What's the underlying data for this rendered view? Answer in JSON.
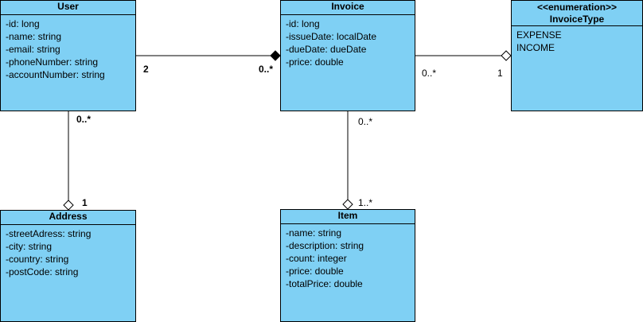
{
  "classes": {
    "user": {
      "name": "User",
      "attributes": [
        "-id: long",
        "-name: string",
        "-email: string",
        "-phoneNumber: string",
        "-accountNumber: string"
      ]
    },
    "invoice": {
      "name": "Invoice",
      "attributes": [
        "-id: long",
        "-issueDate: localDate",
        "-dueDate: dueDate",
        "-price: double"
      ]
    },
    "invoice_type": {
      "stereotype": "<<enumeration>>",
      "name": "InvoiceType",
      "attributes": [
        "EXPENSE",
        "INCOME"
      ]
    },
    "address": {
      "name": "Address",
      "attributes": [
        "-streetAdress: string",
        "-city: string",
        "-country: string",
        "-postCode: string"
      ]
    },
    "item": {
      "name": "Item",
      "attributes": [
        "-name: string",
        "-description: string",
        "-count: integer",
        "-price: double",
        "-totalPrice: double"
      ]
    }
  },
  "multiplicities": {
    "user_invoice_user_end": "2",
    "user_invoice_invoice_end": "0..*",
    "invoice_type_invoice_end": "0..*",
    "invoice_type_type_end": "1",
    "user_address_user_end": "0..*",
    "user_address_address_end": "1",
    "invoice_item_invoice_end": "0..*",
    "invoice_item_item_end": "1..*"
  },
  "colors": {
    "class_fill": "#7fd0f4",
    "line": "#000000"
  }
}
